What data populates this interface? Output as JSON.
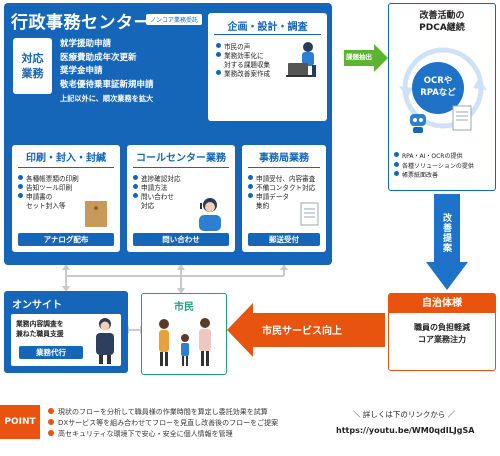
{
  "center": {
    "title": "行政事務センター",
    "badge": "ノンコア業務受託",
    "taio_label_1": "対応",
    "taio_label_2": "業務",
    "duties": [
      "就学援助申請",
      "医療費助成年次更新",
      "奨学金申請",
      "敬老優待乗車証新規申請"
    ],
    "duties_note": "上記以外に、順次業務を拡大"
  },
  "plan": {
    "title": "企画・設計・調査",
    "items": [
      "市民の声",
      "業務効率化に",
      "対する課題収集",
      "業務改善案作成"
    ]
  },
  "sub_print": {
    "title": "印刷・封入・封緘",
    "items": [
      "各種帳票類の印刷",
      "告知ツール印刷",
      "申請書の",
      "セット封入等"
    ],
    "footer": "アナログ配布"
  },
  "sub_call": {
    "title": "コールセンター業務",
    "items": [
      "進捗確認対応",
      "申請方法",
      "問い合わせ",
      "対応"
    ],
    "footer": "問い合わせ"
  },
  "sub_office": {
    "title": "事務局業務",
    "items": [
      "申請受付、内容審査",
      "不備コンタクト対応",
      "申請データ",
      "集約"
    ],
    "footer": "郵送受付"
  },
  "arrow_kaizen": "課題抽出",
  "pdca": {
    "title_1": "改善活動の",
    "title_2": "PDCA継続",
    "bubble_1": "OCRや",
    "bubble_2": "RPAなど",
    "items": [
      "RPA・AI・OCRの提供",
      "各種ソリューションの提供",
      "帳票紙面改善"
    ]
  },
  "arrow_teian": "改善提案",
  "jichitai": {
    "title": "自治体様",
    "body_1": "職員の負担軽減",
    "body_2": "コア業務注力"
  },
  "arrow_service": "市民サービス向上",
  "shimin": {
    "title": "市民"
  },
  "onsite": {
    "title": "オンサイト",
    "text_1": "業務内容調査を",
    "text_2": "兼ねた職員支援",
    "footer": "業務代行"
  },
  "point": {
    "label": "POINT",
    "items": [
      "現状のフローを分析して職員様の作業時間を算定し委託効果を試算",
      "DXサービス等を組み合わせてフローを見直し改善後のフローをご提案",
      "高セキュリティな環境下で安心・安全に個人情報を管理"
    ]
  },
  "link": {
    "head": "＼ 詳しくは下のリンクから ／",
    "url": "https://youtu.be/WM0qdILJgSA"
  },
  "colors": {
    "blue": "#1565b8",
    "green": "#5cb531",
    "orange": "#e8540f",
    "teal": "#1aa37a"
  }
}
